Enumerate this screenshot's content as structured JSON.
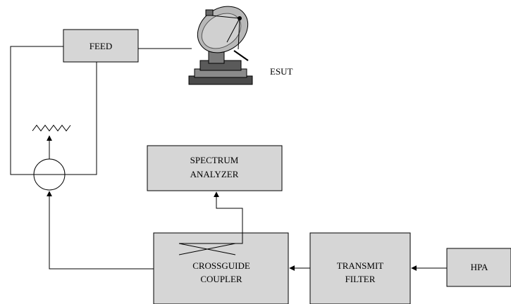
{
  "blocks": {
    "feed": "FEED",
    "spectrum_analyzer": [
      "SPECTRUM",
      "ANALYZER"
    ],
    "crossguide_coupler": [
      "CROSSGUIDE",
      "COUPLER"
    ],
    "transmit_filter": [
      "TRANSMIT",
      "FILTER"
    ],
    "hpa": "HPA"
  },
  "labels": {
    "esut": "ESUT"
  },
  "colors": {
    "block_fill": "#d6d6d6",
    "line": "#000000"
  }
}
